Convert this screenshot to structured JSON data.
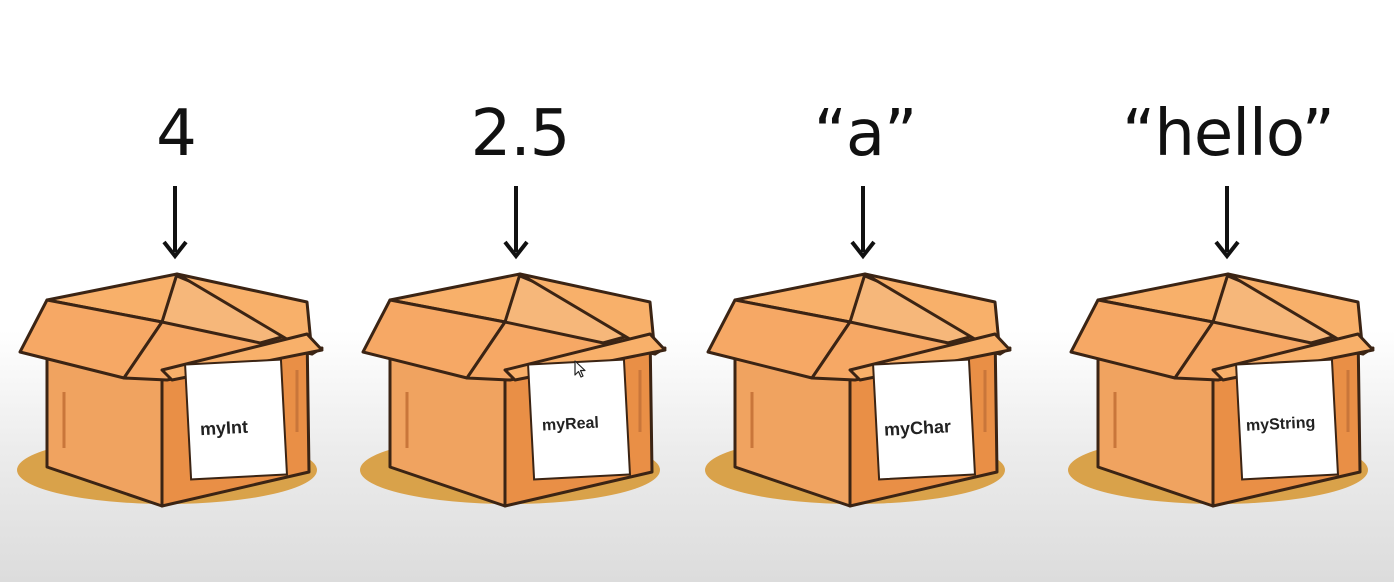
{
  "boxes": [
    {
      "value": "4",
      "label": "myInt"
    },
    {
      "value": "2.5",
      "label": "myReal"
    },
    {
      "value": "“a”",
      "label": "myChar"
    },
    {
      "value": "“hello”",
      "label": "myString"
    }
  ],
  "colors": {
    "box_front": "#f0a360",
    "box_side": "#e98f46",
    "box_inside": "#f6b77a",
    "box_flap": "#f8b06a",
    "outline": "#3b2414",
    "shadow": "#d9a24a",
    "label_bg": "#ffffff"
  }
}
